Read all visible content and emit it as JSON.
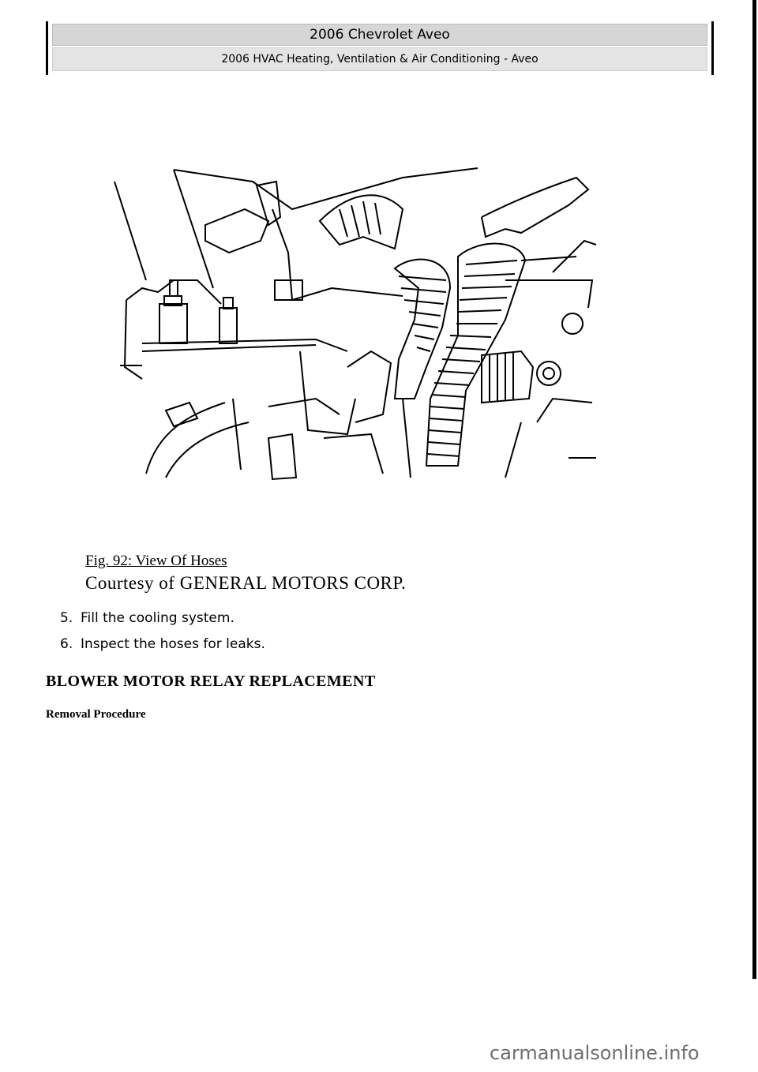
{
  "header": {
    "title": "2006 Chevrolet Aveo",
    "subtitle": "2006 HVAC Heating, Ventilation & Air Conditioning - Aveo"
  },
  "figure": {
    "caption": "Fig. 92: View Of Hoses",
    "courtesy": "Courtesy of GENERAL MOTORS CORP."
  },
  "steps": [
    {
      "number": "5.",
      "text": "Fill the cooling system."
    },
    {
      "number": "6.",
      "text": "Inspect the hoses for leaks."
    }
  ],
  "section": {
    "title": "BLOWER MOTOR RELAY REPLACEMENT",
    "subheading": "Removal Procedure"
  },
  "watermark": "carmanualsonline.info"
}
